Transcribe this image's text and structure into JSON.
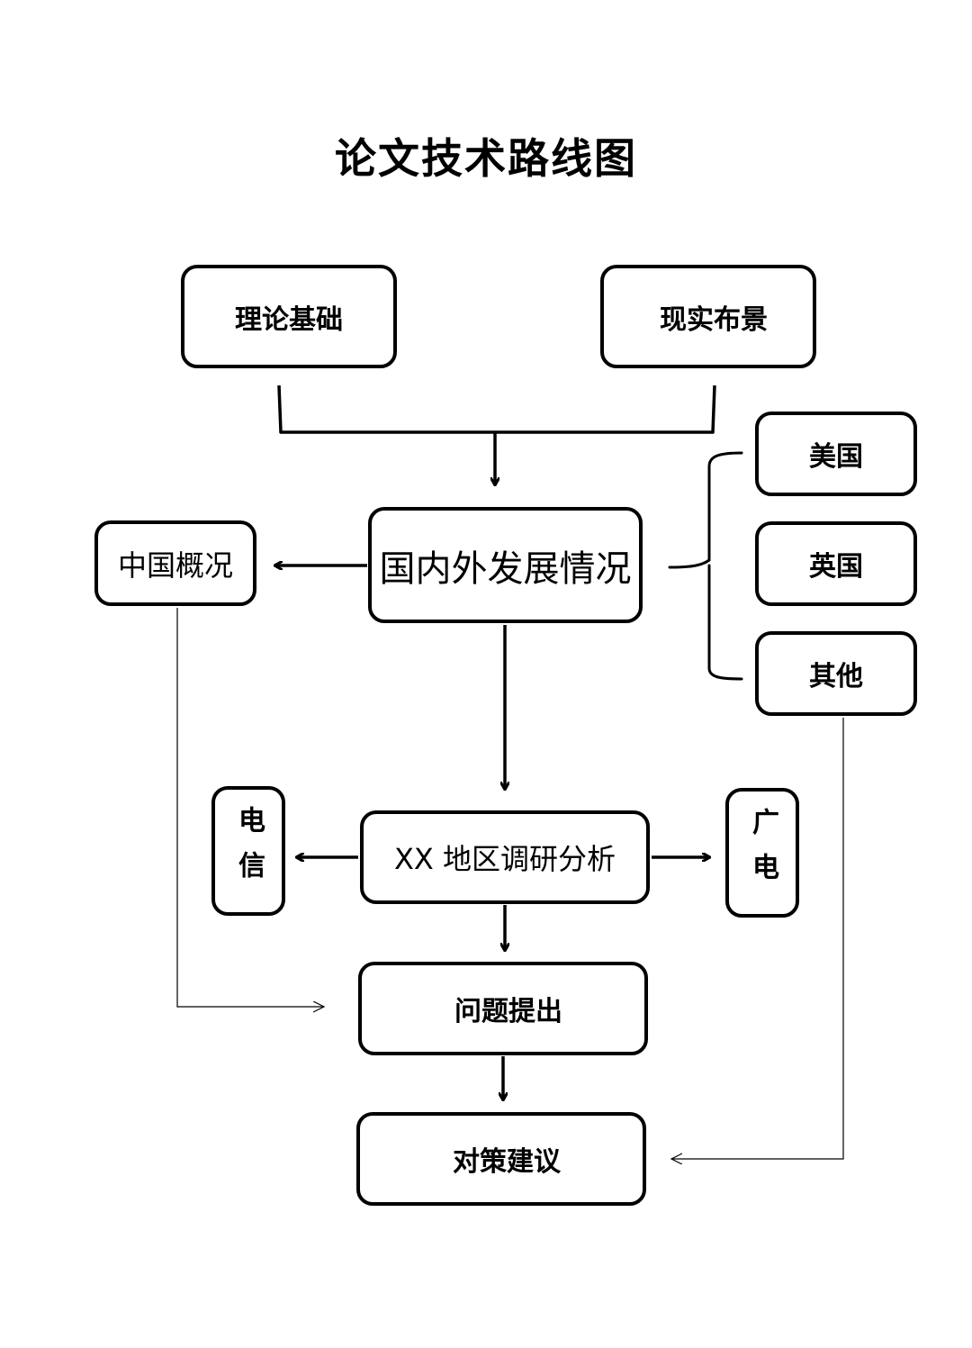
{
  "title": "论文技术路线图",
  "nodes": {
    "theory": "理论基础",
    "reality": "现实布景",
    "domestic_foreign": "国内外发展情况",
    "china": "中国概况",
    "usa": "美国",
    "uk": "英国",
    "other": "其他",
    "survey": "XX 地区调研分析",
    "telecom": "电信",
    "broadcast": "广电",
    "problem": "问题提出",
    "suggestion": "对策建议"
  }
}
